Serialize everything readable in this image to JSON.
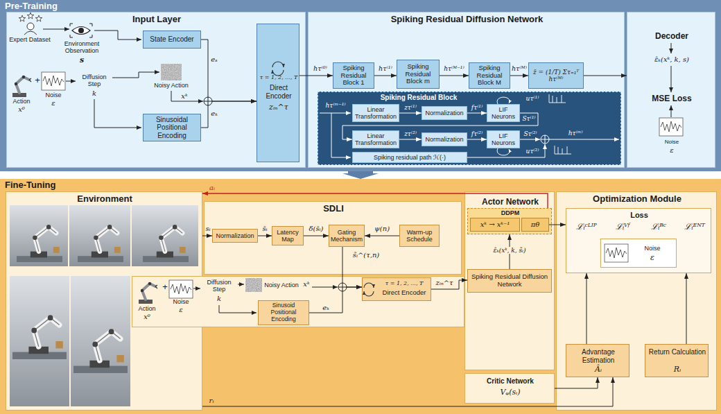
{
  "diagram": {
    "nodes": [
      {
        "text": [
          "Pre-Training"
        ]
      },
      {
        "text": [
          "Input Layer"
        ],
        "in": 0
      },
      {
        "text": [
          "State Encoder"
        ],
        "in": 1
      },
      {
        "text": [
          "Sinusoidal Positional Encoding"
        ],
        "in": 1
      },
      {
        "text": [
          "τ = 1, 2, ..., T",
          "Direct Encoder",
          "zᵢₙ^τ"
        ],
        "in": 1
      },
      {
        "text": [
          "Spiking Residual Diffusion Network"
        ],
        "in": 0
      },
      {
        "text": [
          "Spiking Residual Block 1"
        ],
        "in": 5
      },
      {
        "text": [
          "Spiking Residual Block m"
        ],
        "in": 5
      },
      {
        "text": [
          "Spiking Residual Block M"
        ],
        "in": 5
      },
      {
        "text": [
          "z̄ = (1/T) Στ₌₁ᵀ hτ⁽ᴹ⁾"
        ],
        "in": 5
      },
      {
        "text": [
          "Spiking Residual Block"
        ],
        "in": 5
      },
      {
        "text": [
          "Linear Transformation"
        ],
        "in": 10
      },
      {
        "text": [
          "Normalization"
        ],
        "in": 10
      },
      {
        "text": [
          "LIF Neurons"
        ],
        "in": 10
      },
      {
        "text": [
          "Linear Transformation"
        ],
        "in": 10
      },
      {
        "text": [
          "Normalization"
        ],
        "in": 10
      },
      {
        "text": [
          "LIF Neurons"
        ],
        "in": 10
      },
      {
        "text": [
          "Spiking residual path ℋ(·)"
        ],
        "in": 10
      },
      {
        "text": [
          "Decoder",
          "ε̂ₖ(xᵏ, k, s)",
          "MSE Loss",
          "Noise",
          "ε"
        ],
        "in": 0
      },
      {
        "text": [
          "Fine-Tuning"
        ]
      },
      {
        "text": [
          "Environment"
        ],
        "in": 19
      },
      {
        "text": [
          "SDLI"
        ],
        "in": 19
      },
      {
        "text": [
          "Normalization"
        ],
        "in": 21
      },
      {
        "text": [
          "Latency Map"
        ],
        "in": 21
      },
      {
        "text": [
          "Gating Mechanism"
        ],
        "in": 21
      },
      {
        "text": [
          "Warm-up Schedule"
        ],
        "in": 21
      },
      {
        "text": [
          "Sinusoid Positional Encoding"
        ],
        "in": 19
      },
      {
        "text": [
          "τ = 1, 2, ..., T",
          "Direct Encoder"
        ],
        "in": 19
      },
      {
        "text": [
          "Actor Network"
        ],
        "in": 19
      },
      {
        "text": [
          "DDPM"
        ],
        "in": 28
      },
      {
        "text": [
          "xᵏ → xᵏ⁻¹"
        ],
        "in": 29
      },
      {
        "text": [
          "πθ"
        ],
        "in": 29
      },
      {
        "text": [
          "Spiking Residual Diffusion Network"
        ],
        "in": 28
      },
      {
        "text": [
          "Critic Network",
          "Vᵩ(sᵢ)"
        ],
        "in": 19
      },
      {
        "text": [
          "Optimization Module"
        ],
        "in": 19
      },
      {
        "text": [
          "Loss",
          "ℒᵢᶜᴸᴵᴾ",
          "ℒᵢⱽᶠ",
          "ℒᵢᴮᶜ",
          "ℒᵢᴱᴺᵀ"
        ],
        "in": 34
      },
      {
        "text": [
          "Noise",
          "ε"
        ],
        "in": 35
      },
      {
        "text": [
          "Advantage Estimation",
          "Âᵢ"
        ],
        "in": 34
      },
      {
        "text": [
          "Return Calculation",
          "Rᵢ"
        ],
        "in": 34
      }
    ],
    "edges": [
      {
        "from": 2,
        "to": 4,
        "label": "eₛ",
        "arrow": "to"
      },
      {
        "from": 3,
        "to": 4,
        "label": "eₖ",
        "arrow": "to"
      },
      {
        "from": 4,
        "to": 6,
        "label": "hτ⁽⁰⁾",
        "arrow": "to"
      },
      {
        "from": 6,
        "to": 7,
        "label": "hτ⁽¹⁾",
        "arrow": "to"
      },
      {
        "from": 7,
        "to": 8,
        "label": "hτ⁽ᴹ⁻¹⁾",
        "arrow": "to"
      },
      {
        "from": 8,
        "to": 9,
        "label": "hτ⁽ᴹ⁾",
        "arrow": "to"
      },
      {
        "from": 9,
        "to": 18,
        "arrow": "to"
      },
      {
        "from": 11,
        "to": 12,
        "label": "zτ⁽¹⁾",
        "arrow": "to"
      },
      {
        "from": 12,
        "to": 13,
        "label": "fτ⁽¹⁾",
        "arrow": "to"
      },
      {
        "from": 13,
        "to": 14,
        "label": "Sτ⁽¹⁾",
        "arrow": "to"
      },
      {
        "from": 14,
        "to": 15,
        "label": "zτ⁽²⁾",
        "arrow": "to"
      },
      {
        "from": 15,
        "to": 16,
        "label": "fτ⁽²⁾",
        "arrow": "to"
      },
      {
        "from": 20,
        "to": 22,
        "label": "sᵢ",
        "arrow": "to"
      },
      {
        "from": 22,
        "to": 23,
        "label": "s̄ᵢ",
        "arrow": "to"
      },
      {
        "from": 23,
        "to": 24,
        "label": "δ(s̄ᵢ)",
        "arrow": "to"
      },
      {
        "from": 25,
        "to": 24,
        "label": "ψ(n)",
        "arrow": "to"
      },
      {
        "from": 24,
        "to": 27,
        "label": "s̃ᵢ^(τ,n)",
        "arrow": "to"
      },
      {
        "from": 26,
        "to": 27,
        "label": "eₖ",
        "arrow": "to"
      },
      {
        "from": 27,
        "to": 32,
        "label": "zᵢₙ^τ",
        "arrow": "to"
      },
      {
        "from": 32,
        "to": 29,
        "label": "ε̂ₖ(xᵏ, k, s̃ᵢ)",
        "arrow": "to"
      },
      {
        "from": 29,
        "to": 20,
        "label": "aᵢ",
        "arrow": "to"
      },
      {
        "from": 31,
        "to": 35,
        "arrow": "to"
      },
      {
        "from": 33,
        "to": 37,
        "arrow": "to"
      },
      {
        "from": 37,
        "to": 35,
        "arrow": "to"
      },
      {
        "from": 38,
        "to": 35,
        "arrow": "to"
      },
      {
        "from": 20,
        "to": 37,
        "label": "rᵢ",
        "arrow": "to"
      }
    ],
    "labels": [
      "Expert Dataset",
      "Environment Observation",
      "s",
      "Noisy Action",
      "xᵏ",
      "Action",
      "x⁰",
      "+",
      "Noise",
      "ε",
      "Diffusion Step",
      "k",
      "hτ⁽ᵐ⁻¹⁾",
      "uτ⁽¹⁾",
      "Sτ⁽²⁾",
      "hτ⁽ᵐ⁾",
      "uτ⁽²⁾",
      "Action",
      "x⁰",
      "+",
      "Noise",
      "ε",
      "Diffusion Step",
      "k",
      "Noisy Action",
      "xᵏ"
    ]
  }
}
